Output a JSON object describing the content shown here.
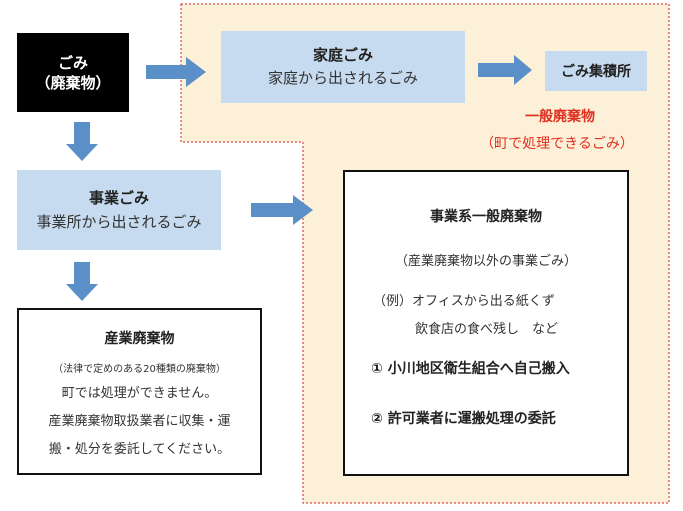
{
  "colors": {
    "region_fill": "#fdf0d8",
    "region_border": "#d02020",
    "blue_box": "#c6dbef",
    "arrow": "#5b8fc7",
    "red_text": "#e03020"
  },
  "gomi": {
    "line1": "ごみ",
    "line2": "（廃棄物）"
  },
  "katei": {
    "title": "家庭ごみ",
    "desc": "家庭から出されるごみ"
  },
  "shuseki": {
    "label": "ごみ集積所"
  },
  "ippan": {
    "title": "一般廃棄物",
    "sub": "（町で処理できるごみ）"
  },
  "jigyou": {
    "title": "事業ごみ",
    "desc": "事業所から出されるごみ"
  },
  "jigyoukei": {
    "title": "事業系一般廃棄物",
    "sub": "（産業廃棄物以外の事業ごみ）",
    "example1": "（例）オフィスから出る紙くず",
    "example2": "飲食店の食べ残し　など",
    "option1": "① 小川地区衛生組合へ自己搬入",
    "option2": "② 許可業者に運搬処理の委託"
  },
  "sangyou": {
    "title": "産業廃棄物",
    "note": "（法律で定めのある20種類の廃棄物）",
    "line1": "町では処理ができません。",
    "line2": "産業廃棄物取扱業者に収集・運",
    "line3": "搬・処分を委託してください。"
  }
}
